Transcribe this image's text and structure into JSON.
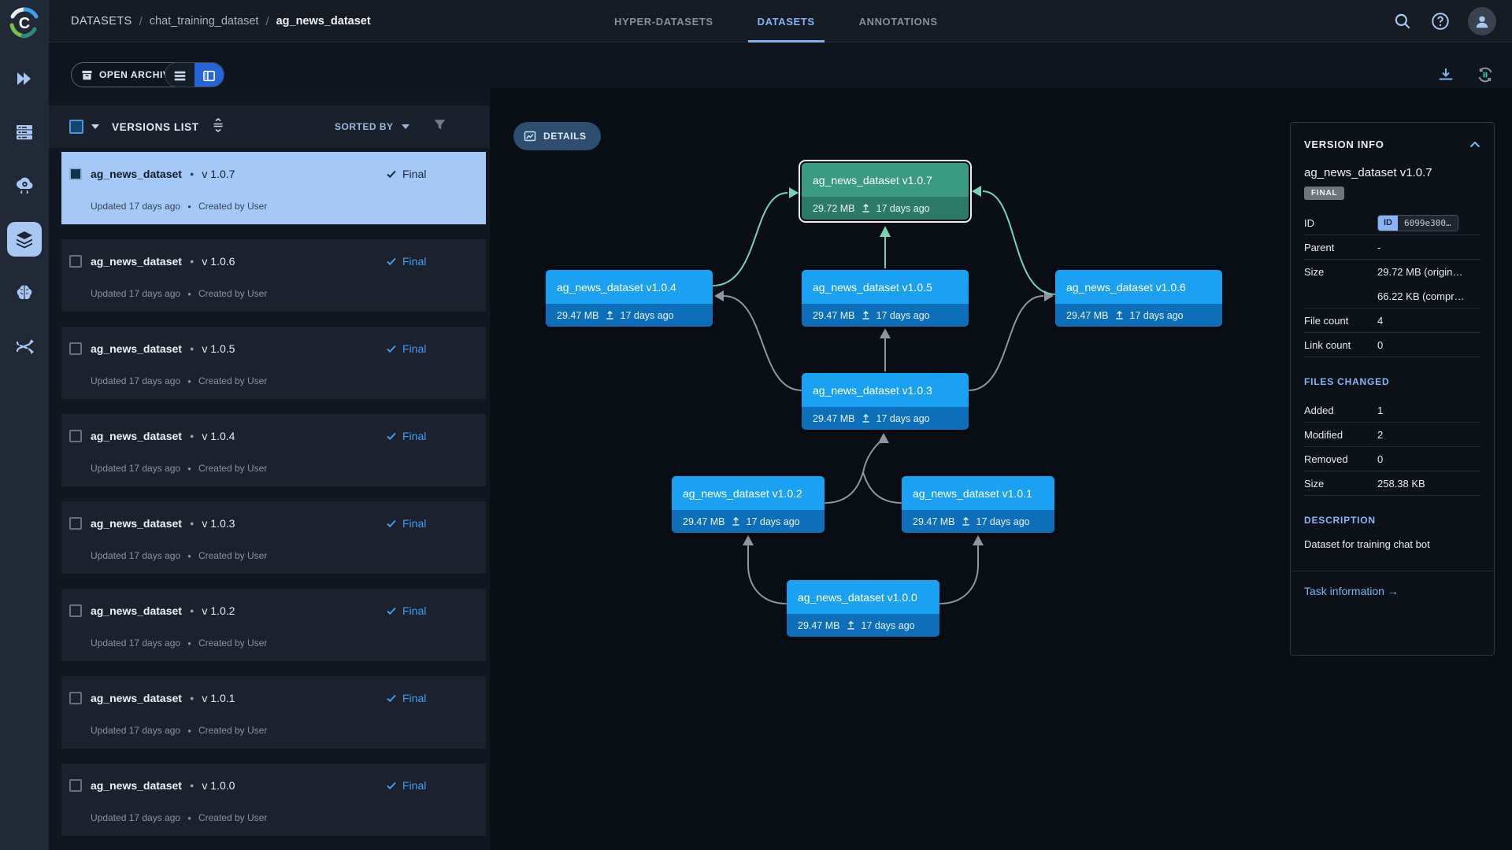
{
  "topnav": {
    "breadcrumb": {
      "root": "DATASETS",
      "project": "chat_training_dataset",
      "dataset": "ag_news_dataset"
    },
    "tabs": [
      {
        "label": "HYPER-DATASETS"
      },
      {
        "label": "DATASETS"
      },
      {
        "label": "ANNOTATIONS"
      }
    ],
    "active_tab": "DATASETS"
  },
  "toolbar": {
    "open_archive": "OPEN ARCHIVE"
  },
  "sidebar": {
    "icons": [
      "getting-started-icon",
      "workers-queues-icon",
      "cloud-autoscaler-icon",
      "datasets-icon",
      "models-icon",
      "pipelines-icon"
    ],
    "active": "datasets-icon"
  },
  "versions_list": {
    "title": "VERSIONS LIST",
    "sorted_by": "SORTED BY",
    "items": [
      {
        "name": "ag_news_dataset",
        "version": "v 1.0.7",
        "status": "Final",
        "updated": "Updated 17 days ago",
        "created": "Created by User",
        "selected": true
      },
      {
        "name": "ag_news_dataset",
        "version": "v 1.0.6",
        "status": "Final",
        "updated": "Updated 17 days ago",
        "created": "Created by User",
        "selected": false
      },
      {
        "name": "ag_news_dataset",
        "version": "v 1.0.5",
        "status": "Final",
        "updated": "Updated 17 days ago",
        "created": "Created by User",
        "selected": false
      },
      {
        "name": "ag_news_dataset",
        "version": "v 1.0.4",
        "status": "Final",
        "updated": "Updated 17 days ago",
        "created": "Created by User",
        "selected": false
      },
      {
        "name": "ag_news_dataset",
        "version": "v 1.0.3",
        "status": "Final",
        "updated": "Updated 17 days ago",
        "created": "Created by User",
        "selected": false
      },
      {
        "name": "ag_news_dataset",
        "version": "v 1.0.2",
        "status": "Final",
        "updated": "Updated 17 days ago",
        "created": "Created by User",
        "selected": false
      },
      {
        "name": "ag_news_dataset",
        "version": "v 1.0.1",
        "status": "Final",
        "updated": "Updated 17 days ago",
        "created": "Created by User",
        "selected": false
      },
      {
        "name": "ag_news_dataset",
        "version": "v 1.0.0",
        "status": "Final",
        "updated": "Updated 17 days ago",
        "created": "Created by User",
        "selected": false
      }
    ]
  },
  "graph": {
    "details_button": "DETAILS",
    "nodes": [
      {
        "label": "ag_news_dataset v1.0.7",
        "size": "29.72 MB",
        "time": "17 days ago",
        "selected": true
      },
      {
        "label": "ag_news_dataset v1.0.4",
        "size": "29.47 MB",
        "time": "17 days ago",
        "selected": false
      },
      {
        "label": "ag_news_dataset v1.0.5",
        "size": "29.47 MB",
        "time": "17 days ago",
        "selected": false
      },
      {
        "label": "ag_news_dataset v1.0.6",
        "size": "29.47 MB",
        "time": "17 days ago",
        "selected": false
      },
      {
        "label": "ag_news_dataset v1.0.3",
        "size": "29.47 MB",
        "time": "17 days ago",
        "selected": false
      },
      {
        "label": "ag_news_dataset v1.0.2",
        "size": "29.47 MB",
        "time": "17 days ago",
        "selected": false
      },
      {
        "label": "ag_news_dataset v1.0.1",
        "size": "29.47 MB",
        "time": "17 days ago",
        "selected": false
      },
      {
        "label": "ag_news_dataset v1.0.0",
        "size": "29.47 MB",
        "time": "17 days ago",
        "selected": false
      }
    ],
    "edges": [
      {
        "from": "v1.0.4",
        "to": "v1.0.7",
        "highlighted": true
      },
      {
        "from": "v1.0.5",
        "to": "v1.0.7",
        "highlighted": true
      },
      {
        "from": "v1.0.6",
        "to": "v1.0.7",
        "highlighted": true
      },
      {
        "from": "v1.0.3",
        "to": "v1.0.4",
        "highlighted": false
      },
      {
        "from": "v1.0.3",
        "to": "v1.0.5",
        "highlighted": false
      },
      {
        "from": "v1.0.3",
        "to": "v1.0.6",
        "highlighted": false
      },
      {
        "from": "v1.0.2",
        "to": "v1.0.3",
        "highlighted": false
      },
      {
        "from": "v1.0.1",
        "to": "v1.0.3",
        "highlighted": false
      },
      {
        "from": "v1.0.0",
        "to": "v1.0.2",
        "highlighted": false
      },
      {
        "from": "v1.0.0",
        "to": "v1.0.1",
        "highlighted": false
      }
    ]
  },
  "version_info": {
    "title": "VERSION INFO",
    "name": "ag_news_dataset v1.0.7",
    "badge": "FINAL",
    "id_label": "ID",
    "id_chip": "ID",
    "id_value": "6099e300…",
    "rows": [
      {
        "label": "Parent",
        "value": "-"
      },
      {
        "label": "Size",
        "value": "29.72 MB (origin…"
      },
      {
        "label": "",
        "value": "66.22 KB (compr…"
      },
      {
        "label": "File count",
        "value": "4"
      },
      {
        "label": "Link count",
        "value": "0"
      }
    ],
    "files_changed": {
      "title": "FILES CHANGED",
      "rows": [
        {
          "label": "Added",
          "value": "1"
        },
        {
          "label": "Modified",
          "value": "2"
        },
        {
          "label": "Removed",
          "value": "0"
        },
        {
          "label": "Size",
          "value": "258.38 KB"
        }
      ]
    },
    "description": {
      "title": "DESCRIPTION",
      "text": "Dataset for training chat bot"
    },
    "task_link": "Task information →"
  },
  "colors": {
    "accent_blue": "#2565d8",
    "tab_blue": "#82b4f5",
    "node_blue": "#1ba1f2",
    "node_blue_footer": "#0d6fba",
    "node_green": "#3a9b82",
    "node_green_footer": "#2b7b68",
    "edge_gray": "#90969f",
    "edge_teal": "#7ad2b4",
    "selected_item_bg": "#a6c8f6",
    "final_status_blue": "#3f9ef2",
    "info_accent": "#8ab4f8"
  }
}
